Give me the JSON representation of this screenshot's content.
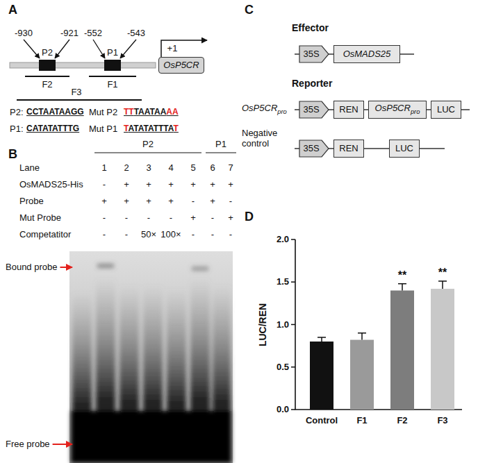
{
  "diagram": {
    "nodes": [
      {
        "text": [
          "OsP5CR"
        ]
      },
      {
        "text": [
          "35S"
        ]
      },
      {
        "text": [
          "OsMADS25"
        ]
      },
      {
        "text": [
          "35S"
        ]
      },
      {
        "text": [
          "REN"
        ]
      },
      {
        "text": [
          "OsP5CRpro"
        ]
      },
      {
        "text": [
          "LUC"
        ]
      },
      {
        "text": [
          "35S"
        ]
      },
      {
        "text": [
          "REN"
        ]
      },
      {
        "text": [
          "LUC"
        ]
      }
    ],
    "labels": [
      "A",
      "-930",
      "-921",
      "-552",
      "-543",
      "P2",
      "P1",
      "+1",
      "F2",
      "F1",
      "F3",
      "P2:",
      "CCTAATAAGG",
      "Mut P2",
      "TTTAATAAAA",
      "P1:",
      "CATATATTTG",
      "Mut P1",
      "TATATATTTAT",
      "B",
      "P2",
      "P1",
      "Lane",
      "1",
      "2",
      "3",
      "4",
      "5",
      "6",
      "7",
      "OsMADS25-His",
      "-",
      "+",
      "+",
      "+",
      "+",
      "+",
      "+",
      "Probe",
      "+",
      "+",
      "+",
      "+",
      "-",
      "+",
      "-",
      "Mut Probe",
      "-",
      "-",
      "-",
      "-",
      "+",
      "-",
      "+",
      "Competatitor",
      "-",
      "-",
      "50×",
      "100×",
      "-",
      "-",
      "-",
      "Bound probe",
      "Free probe",
      "C",
      "Effector",
      "Reporter",
      "OsP5CRpro",
      "Negative control",
      "D",
      "LUC/REN",
      "0.0",
      "0.5",
      "1.0",
      "1.5",
      "2.0",
      "Control",
      "F1",
      "F2",
      "F3",
      "**",
      "**"
    ]
  }
}
